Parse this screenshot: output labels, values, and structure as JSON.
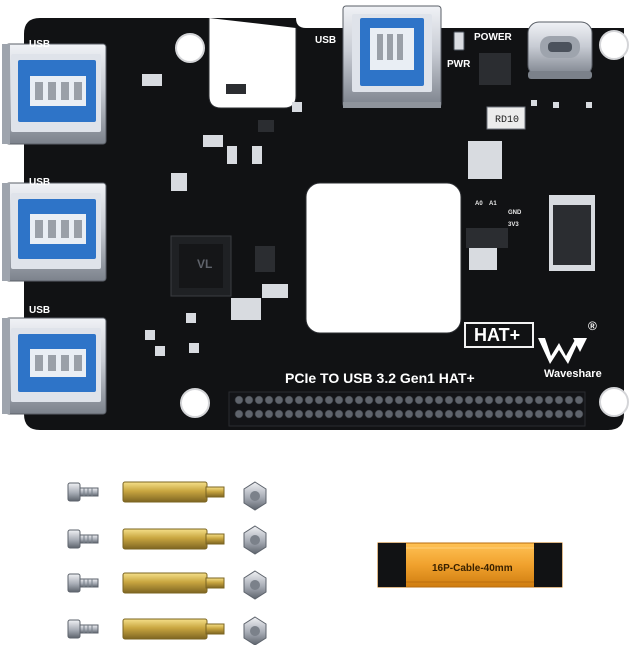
{
  "board": {
    "usb_label": "USB",
    "power_label": "POWER",
    "pwr_label": "PWR",
    "hat_label": "HAT+",
    "product_title": "PCIe TO USB 3.2 Gen1 HAT+",
    "brand": "Waveshare",
    "chip_mark": "RD10",
    "gnd_label": "GND",
    "v33_label": "3V3",
    "a0_label": "A0",
    "a1_label": "A1",
    "registered_mark": "®"
  },
  "accessories": {
    "cable_label": "16P-Cable-40mm"
  },
  "colors": {
    "pcb": "#111214",
    "metal": "#c9ccd3",
    "usb_blue": "#2e74c8",
    "brass": "#c9a640",
    "cable_orange": "#f0a12d"
  }
}
